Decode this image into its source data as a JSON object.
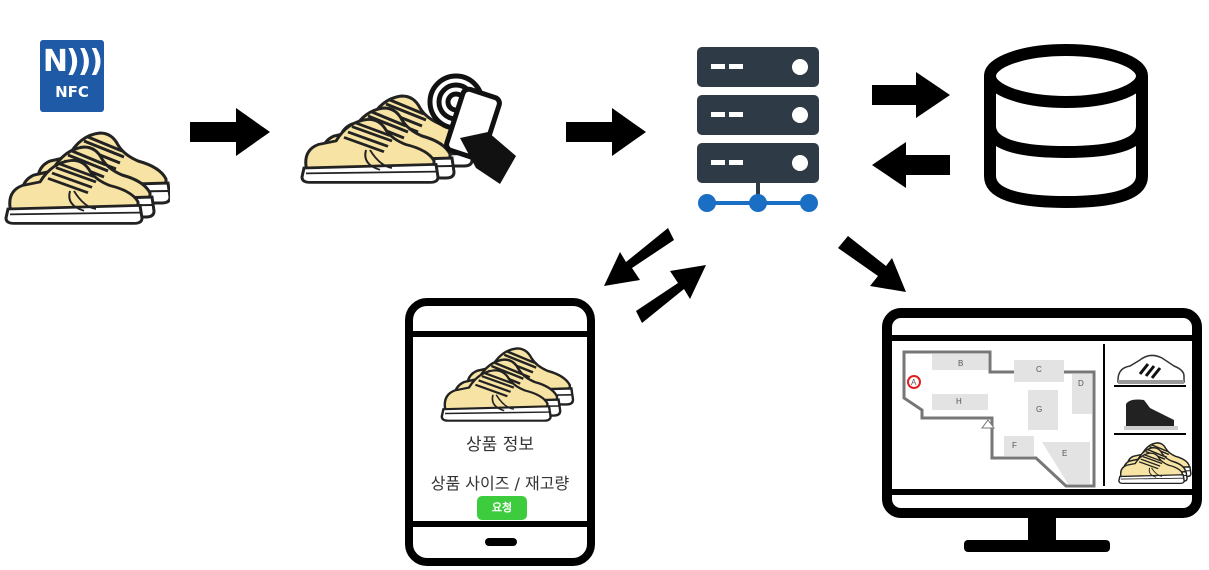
{
  "nfc": {
    "label": "NFC"
  },
  "phone": {
    "title": "상품 정보",
    "subtitle": "상품 사이즈 / 재고량",
    "button_label": "요청"
  },
  "monitor_map": {
    "marker": "A",
    "zones": [
      "B",
      "C",
      "D",
      "G",
      "H",
      "F",
      "E"
    ]
  },
  "icons": [
    "nfc-icon",
    "shoes-icon",
    "tap-phone-icon",
    "server-icon",
    "database-icon",
    "mobile-phone-icon",
    "monitor-icon"
  ],
  "colors": {
    "nfc_blue": "#1f5aa6",
    "server_dark": "#2e3a46",
    "network_blue": "#1a6fc4",
    "button_green": "#3dcc3d",
    "shoe_yellow": "#f7e3a3",
    "marker_red": "#e02020"
  }
}
